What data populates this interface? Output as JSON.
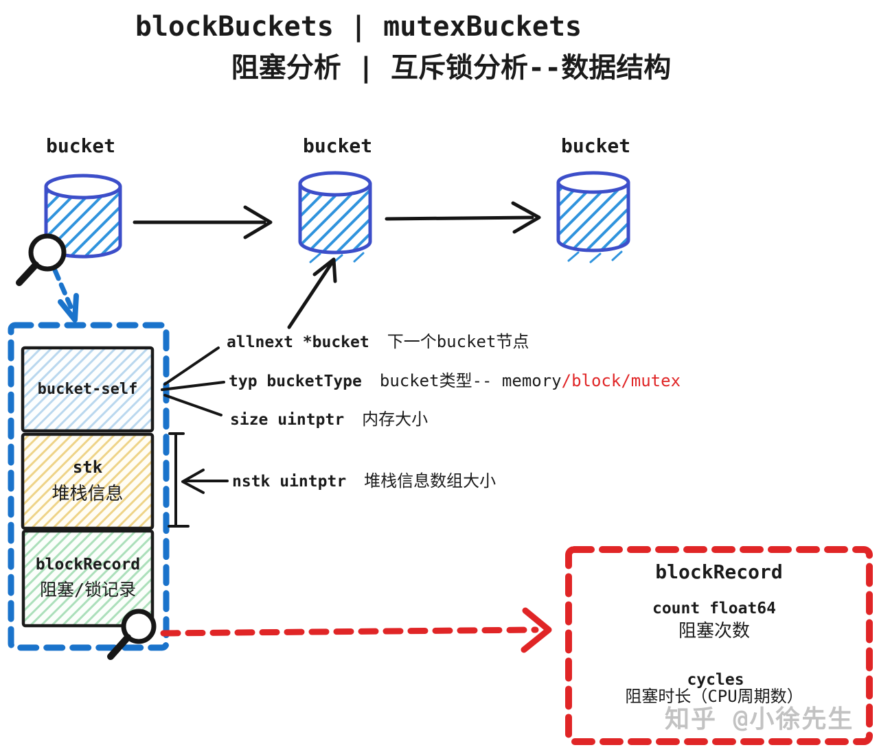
{
  "title": {
    "line1": "blockBuckets | mutexBuckets",
    "line2": "阻塞分析 | 互斥锁分析--数据结构"
  },
  "bucket_labels": {
    "first": "bucket",
    "second": "bucket",
    "third": "bucket"
  },
  "struct": {
    "bucket_self": {
      "label": "bucket-self"
    },
    "stk": {
      "label": "stk",
      "desc": "堆栈信息"
    },
    "block_record": {
      "label": "blockRecord",
      "desc": "阻塞/锁记录"
    }
  },
  "fields": {
    "allnext": {
      "code": "allnext *bucket",
      "desc": "下一个bucket节点"
    },
    "typ": {
      "code": "typ bucketType",
      "desc": "bucket类型-- memory",
      "desc_highlight": "/block/mutex"
    },
    "size": {
      "code": "size uintptr",
      "desc": "内存大小"
    },
    "nstk": {
      "code": "nstk uintptr",
      "desc": "堆栈信息数组大小"
    }
  },
  "block_record_detail": {
    "title": "blockRecord",
    "count": {
      "code": "count float64",
      "desc": "阻塞次数"
    },
    "cycles": {
      "code": "cycles",
      "desc": "阻塞时长（CPU周期数）"
    }
  },
  "watermark": "知乎 @小徐先生",
  "colors": {
    "ink": "#1a1a1a",
    "cylinder_outline": "#3c4ec9",
    "cylinder_hatch": "#2f93dd",
    "blue_dashed": "#1a73cb",
    "red": "#e02526",
    "hatch_blue": "#b9d7ee",
    "hatch_yellow": "#eed387",
    "hatch_green": "#abdfba",
    "watermark_gray": "#c2c2c2"
  }
}
